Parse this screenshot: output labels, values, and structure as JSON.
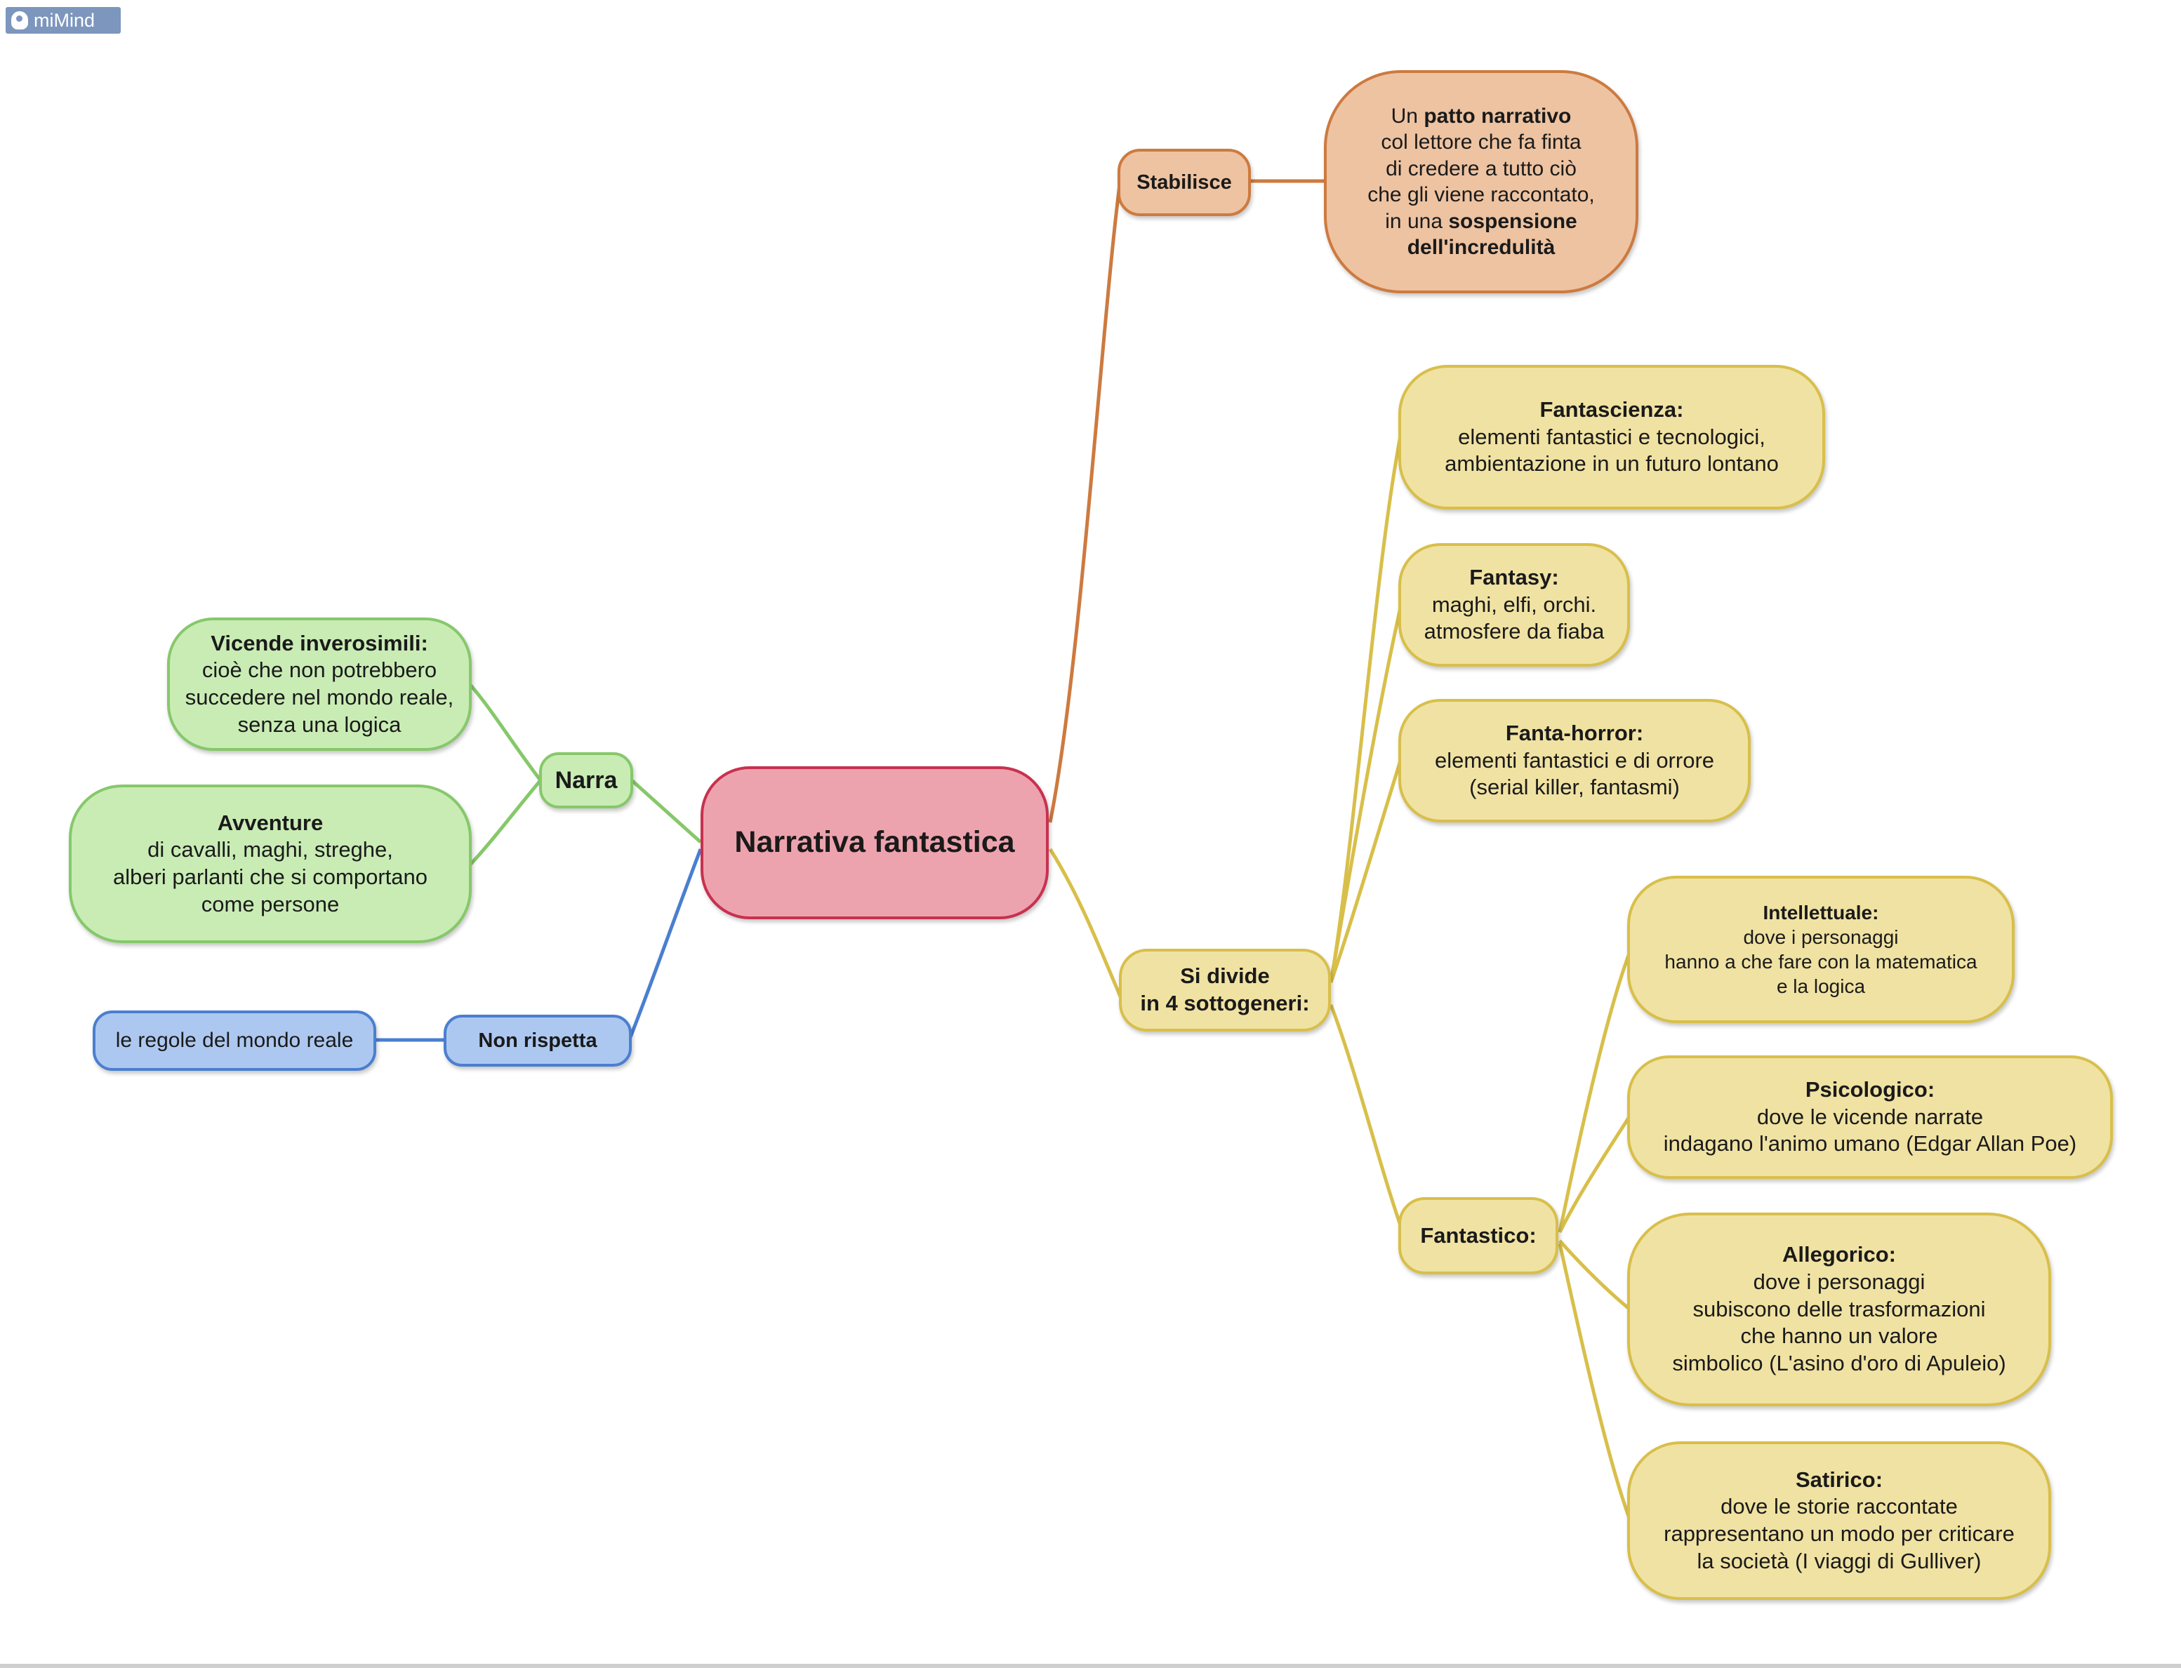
{
  "app": {
    "logo_text": "miMind"
  },
  "colors": {
    "center": "#c8314f",
    "stabilisce_branch": "#cd7a3f",
    "divide_branch": "#d8bf4a",
    "narra_branch": "#86c86a",
    "non_rispetta_branch": "#4a7fd0"
  },
  "nodes": {
    "center": {
      "lines": [
        [
          "b",
          "Narrativa fantastica"
        ]
      ]
    },
    "stabilisce": {
      "lines": [
        [
          "b",
          "Stabilisce"
        ]
      ]
    },
    "patto": {
      "lines": [
        [
          "t",
          "Un ",
          "b",
          "patto narrativo"
        ],
        [
          "t",
          "col lettore che fa finta"
        ],
        [
          "t",
          "di credere a tutto ciò"
        ],
        [
          "t",
          "che gli viene raccontato,"
        ],
        [
          "t",
          "in una ",
          "b",
          "sospensione"
        ],
        [
          "b",
          "dell'incredulità"
        ]
      ]
    },
    "si_divide": {
      "lines": [
        [
          "b",
          "Si divide"
        ],
        [
          "b",
          "in 4 sottogeneri:"
        ]
      ]
    },
    "fantascienza": {
      "lines": [
        [
          "b",
          "Fantascienza:"
        ],
        [
          "t",
          "elementi fantastici e tecnologici,"
        ],
        [
          "t",
          "ambientazione in un futuro lontano"
        ]
      ]
    },
    "fantasy": {
      "lines": [
        [
          "b",
          "Fantasy:"
        ],
        [
          "t",
          "maghi, elfi, orchi."
        ],
        [
          "t",
          "atmosfere da fiaba"
        ]
      ]
    },
    "fanta_horror": {
      "lines": [
        [
          "b",
          "Fanta-horror:"
        ],
        [
          "t",
          "elementi fantastici e di orrore"
        ],
        [
          "t",
          "(serial killer, fantasmi)"
        ]
      ]
    },
    "fantastico": {
      "lines": [
        [
          "b",
          "Fantastico:"
        ]
      ]
    },
    "intellettuale": {
      "lines": [
        [
          "b",
          "Intellettuale:"
        ],
        [
          "t",
          "dove i personaggi"
        ],
        [
          "t",
          "hanno a che fare con la matematica"
        ],
        [
          "t",
          "e la logica"
        ]
      ]
    },
    "psicologico": {
      "lines": [
        [
          "b",
          "Psicologico:"
        ],
        [
          "t",
          "dove le vicende narrate"
        ],
        [
          "t",
          "indagano l'animo umano (Edgar Allan Poe)"
        ]
      ]
    },
    "allegorico": {
      "lines": [
        [
          "b",
          "Allegorico:"
        ],
        [
          "t",
          "dove i personaggi"
        ],
        [
          "t",
          "subiscono delle trasformazioni"
        ],
        [
          "t",
          "che hanno un valore"
        ],
        [
          "t",
          "simbolico (L'asino d'oro di Apuleio)"
        ]
      ]
    },
    "satirico": {
      "lines": [
        [
          "b",
          "Satirico:"
        ],
        [
          "t",
          "dove le storie raccontate"
        ],
        [
          "t",
          "rappresentano un modo per criticare"
        ],
        [
          "t",
          "la società (I viaggi di Gulliver)"
        ]
      ]
    },
    "narra": {
      "lines": [
        [
          "b",
          "Narra"
        ]
      ]
    },
    "vicende": {
      "lines": [
        [
          "b",
          "Vicende inverosimili:"
        ],
        [
          "t",
          "cioè che non potrebbero"
        ],
        [
          "t",
          "succedere nel mondo reale,"
        ],
        [
          "t",
          "senza una logica"
        ]
      ]
    },
    "avventure": {
      "lines": [
        [
          "b",
          "Avventure"
        ],
        [
          "t",
          "di cavalli, maghi, streghe,"
        ],
        [
          "t",
          "alberi parlanti che si comportano"
        ],
        [
          "t",
          "come persone"
        ]
      ]
    },
    "non_rispetta": {
      "lines": [
        [
          "b",
          "Non rispetta"
        ]
      ]
    },
    "regole": {
      "lines": [
        [
          "t",
          "le regole del mondo reale"
        ]
      ]
    }
  }
}
